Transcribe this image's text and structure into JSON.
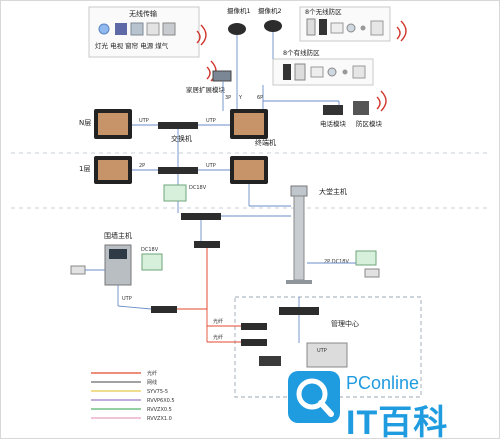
{
  "labels": {
    "wireless": "无线传输",
    "devices_row": "灯光 电视 窗帘 电源  煤气",
    "camera1": "摄像机1",
    "camera2": "摄像机2",
    "wireless_zone": "8个无线防区",
    "wired_zone": "8个有线防区",
    "home_expansion": "家居扩展模块",
    "n_floor": "N层",
    "switch": "交换机",
    "terminal": "终端机",
    "phone_module": "电话模块",
    "zone_module": "防区模块",
    "floor1": "1层",
    "lobby_host": "大堂主机",
    "wall_host": "围墙主机",
    "mgmt_center": "管理中心",
    "dc18v_a": "DC18V",
    "dc18v_b": "DC18V",
    "dc18v_c": "2P DC18V",
    "utp": "UTP",
    "tp": "2P",
    "tp3": "3P",
    "tp6": "6P",
    "fiber": "光纤",
    "legend_items": [
      "光纤",
      "网线",
      "SYV75-5",
      "RVVP6X0.5",
      "RVVZX0.5",
      "RVVZX1.0"
    ],
    "legend_colors": [
      "#e24a2b",
      "#6a6a6a",
      "#e7c84a",
      "#9d7cc7",
      "#53b36b",
      "#e89fc0"
    ]
  },
  "logo": {
    "pconline": "PConline",
    "it": "IT百科"
  },
  "colors": {
    "blue_line": "#6b8ec8",
    "dashed": "#a8b8c8",
    "logo_blue": "#1f9be0"
  }
}
